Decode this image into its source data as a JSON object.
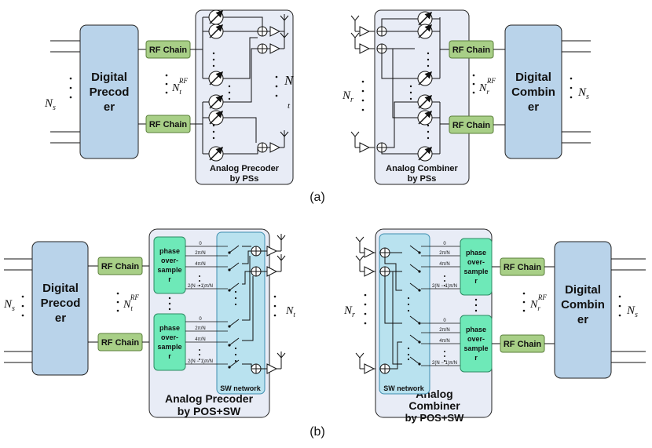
{
  "labels": {
    "digital_precoder": [
      "Digital",
      "Precod",
      "er"
    ],
    "digital_precoder_b": [
      "Digital",
      "Precod",
      "er"
    ],
    "digital_combiner": [
      "Digital",
      "Combin",
      "er"
    ],
    "digital_combiner_b": [
      "Digital",
      "Combin",
      "er"
    ],
    "rf_chain": "RF Chain",
    "analog_precoder_ps": [
      "Analog Precoder",
      "by PSs"
    ],
    "analog_combiner_ps": [
      "Analog Combiner",
      "by PSs"
    ],
    "analog_precoder_pos": [
      "Analog Precoder",
      "by POS+SW"
    ],
    "analog_combiner_pos": [
      "Analog",
      "Combiner",
      "by POS+SW"
    ],
    "phase_oversampler": [
      "phase",
      "over-",
      "sample",
      "r"
    ],
    "sw_network": "SW network",
    "phases": [
      "0",
      "2π/N",
      "4π/N",
      "2(N − 1)π/N"
    ],
    "caption_a": "(a)",
    "caption_b": "(b)"
  },
  "math": {
    "Ns": "N",
    "Ns_sub": "s",
    "Nt_rf": "N",
    "Nt_rf_sub": "t",
    "Nt_rf_sup": "RF",
    "Nr_rf": "N",
    "Nr_rf_sub": "r",
    "Nr_rf_sup": "RF",
    "Nt": "N",
    "Nt_sub": "t",
    "Nr": "N",
    "Nr_sub": "r"
  },
  "colors": {
    "digital_fill": "#b9d3ea",
    "rf_fill": "#a8cf87",
    "rf_stroke": "#5a7f3a",
    "analog_fill": "#e8ecf6",
    "sw_fill": "#b9e2ef",
    "pos_fill": "#6ee9b8",
    "line": "#111111"
  }
}
